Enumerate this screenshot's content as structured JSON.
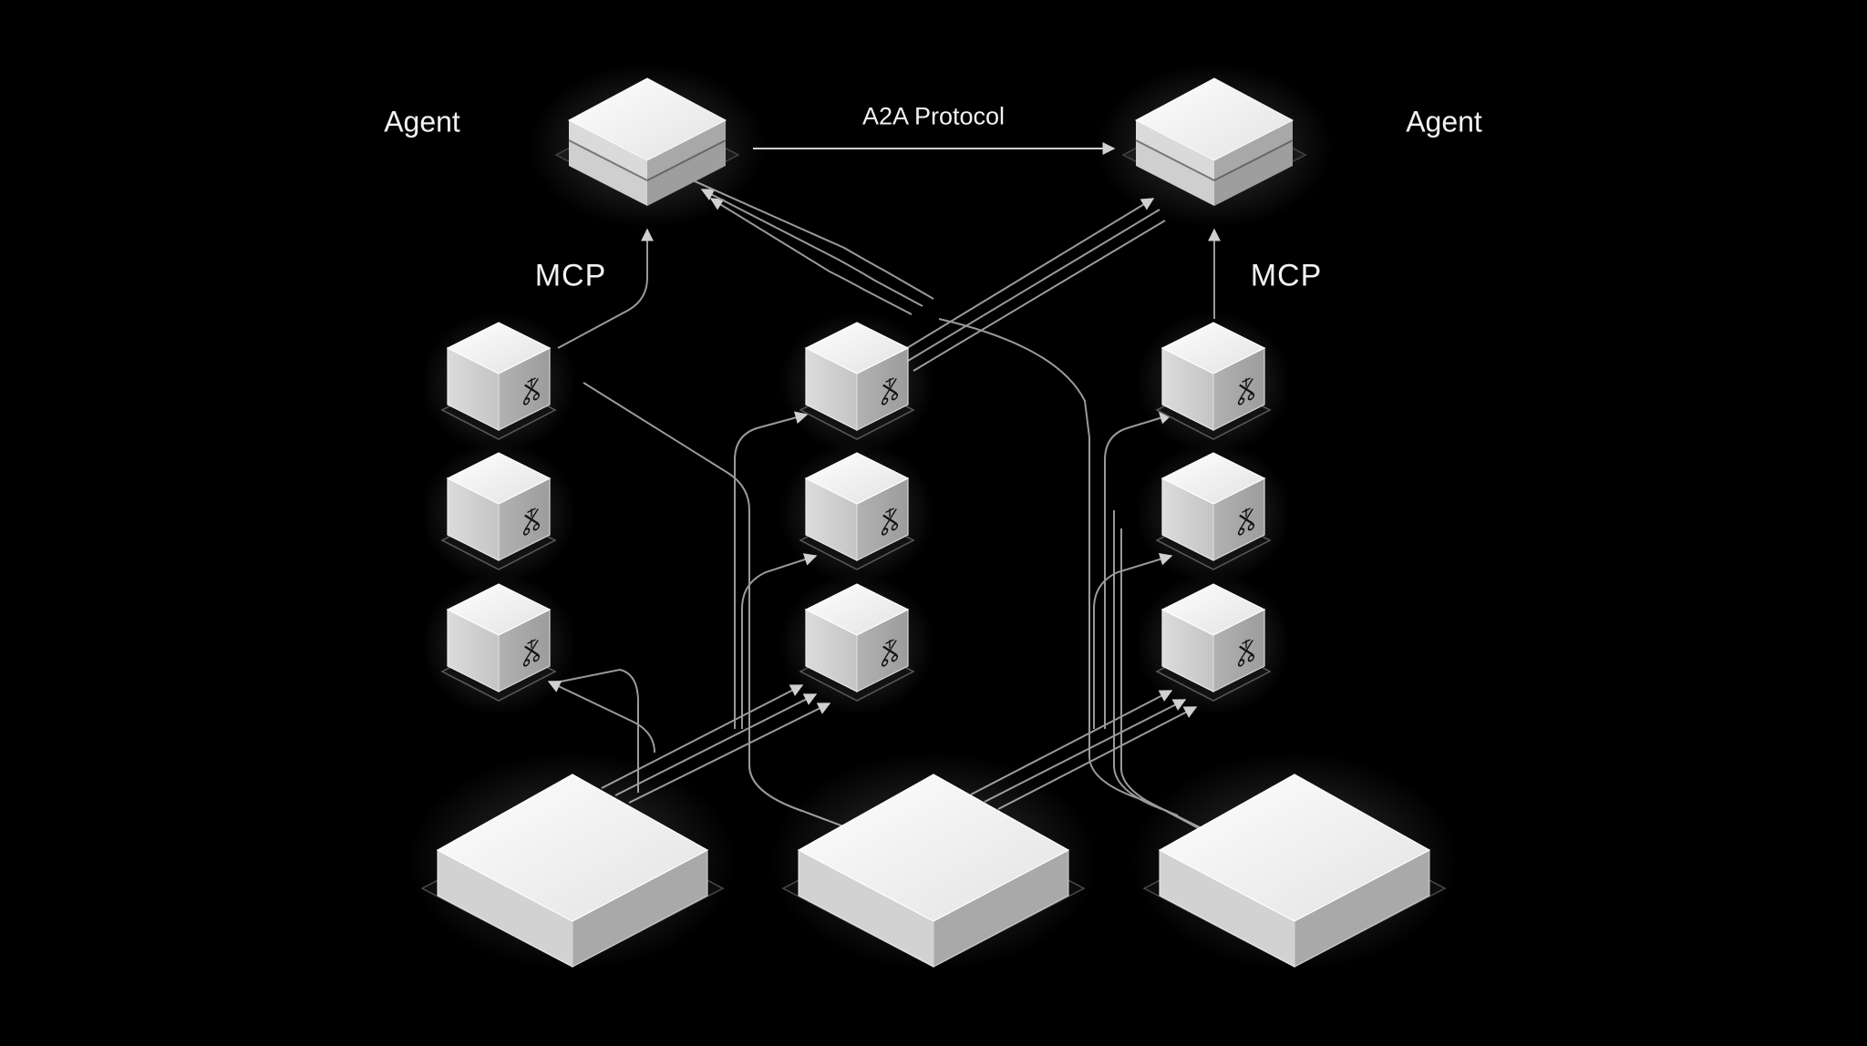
{
  "diagram": {
    "agent_left_label": "Agent",
    "agent_right_label": "Agent",
    "protocol_label": "A2A Protocol",
    "mcp_left_label": "MCP",
    "mcp_right_label": "MCP"
  },
  "colors": {
    "background": "#000000",
    "box_face_top": "#f4f4f4",
    "box_face_side": "#bdbdbd",
    "connector_line": "#9a9a9a"
  },
  "icons": {
    "tool_icon": "scissors-tool-icon"
  }
}
